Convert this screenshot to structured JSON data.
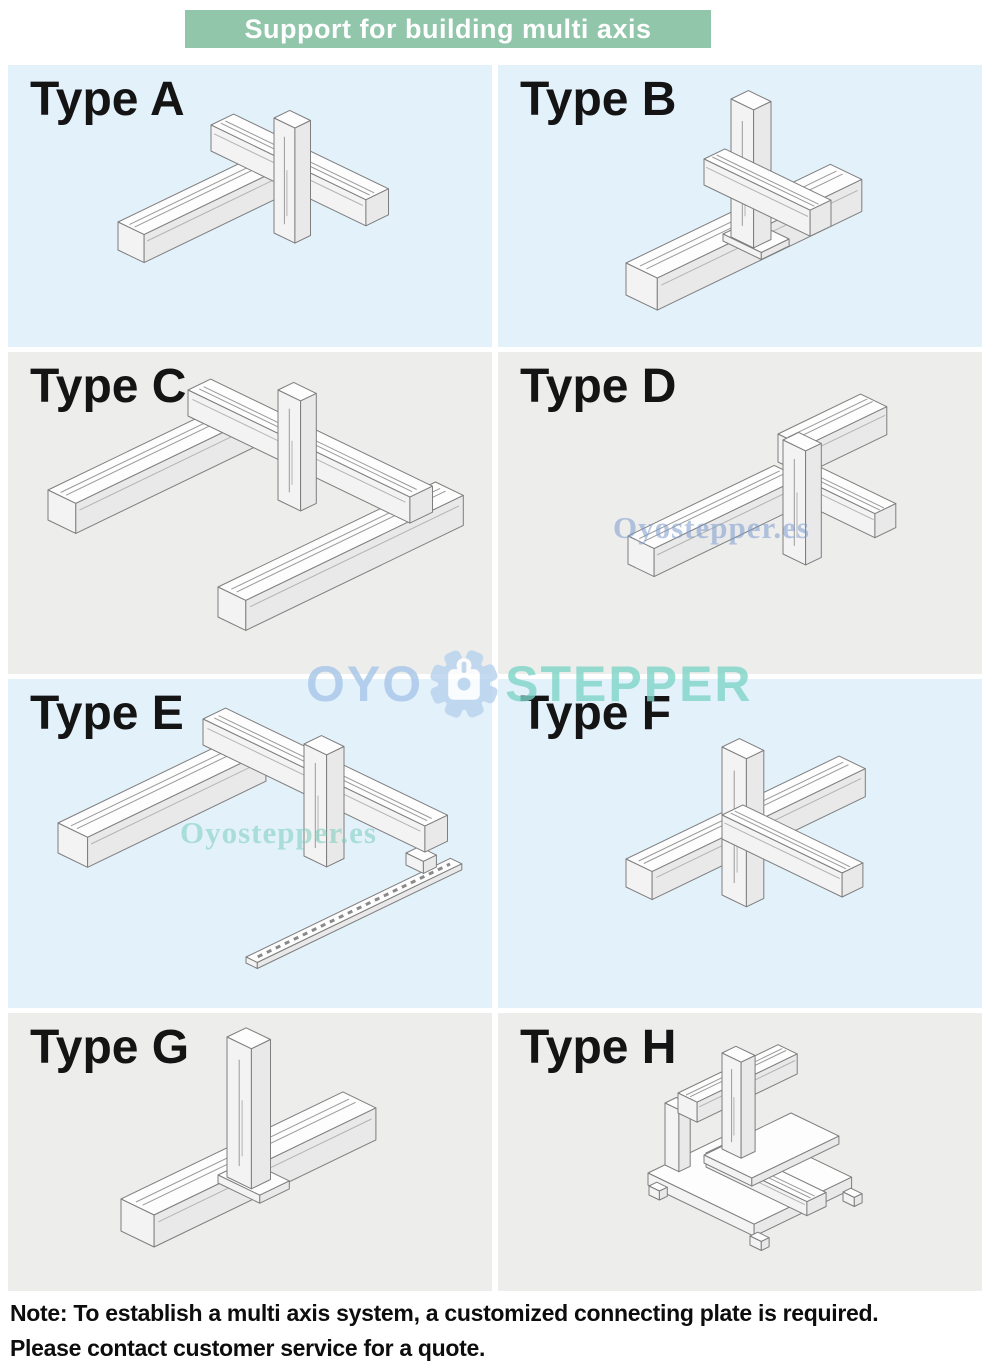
{
  "banner": {
    "text": "Support for building multi axis",
    "bg": "#92c6ab",
    "fg": "#ffffff"
  },
  "panels": [
    {
      "label": "Type A",
      "bg": "#e3f1fb"
    },
    {
      "label": "Type B",
      "bg": "#e3f1fb"
    },
    {
      "label": "Type C",
      "bg": "#ededeb"
    },
    {
      "label": "Type D",
      "bg": "#ededeb",
      "watermark": "Oyostepper.es",
      "watermark_color": "#7c9ccf"
    },
    {
      "label": "Type E",
      "bg": "#e3f1fb",
      "watermark": "Oyostepper.es",
      "watermark_color": "#79cdbd"
    },
    {
      "label": "Type F",
      "bg": "#e3f1fb"
    },
    {
      "label": "Type G",
      "bg": "#ededeb"
    },
    {
      "label": "Type H",
      "bg": "#ededeb"
    }
  ],
  "logo": {
    "left": "OYO",
    "right": "STEPPER",
    "left_color": "#a6c6e9",
    "right_color": "#7ed5c8",
    "gear_color": "#b7d2ee"
  },
  "note": {
    "line1": "Note: To establish a multi axis system, a customized connecting plate is required.",
    "line2": "Please contact customer service for a quote."
  }
}
